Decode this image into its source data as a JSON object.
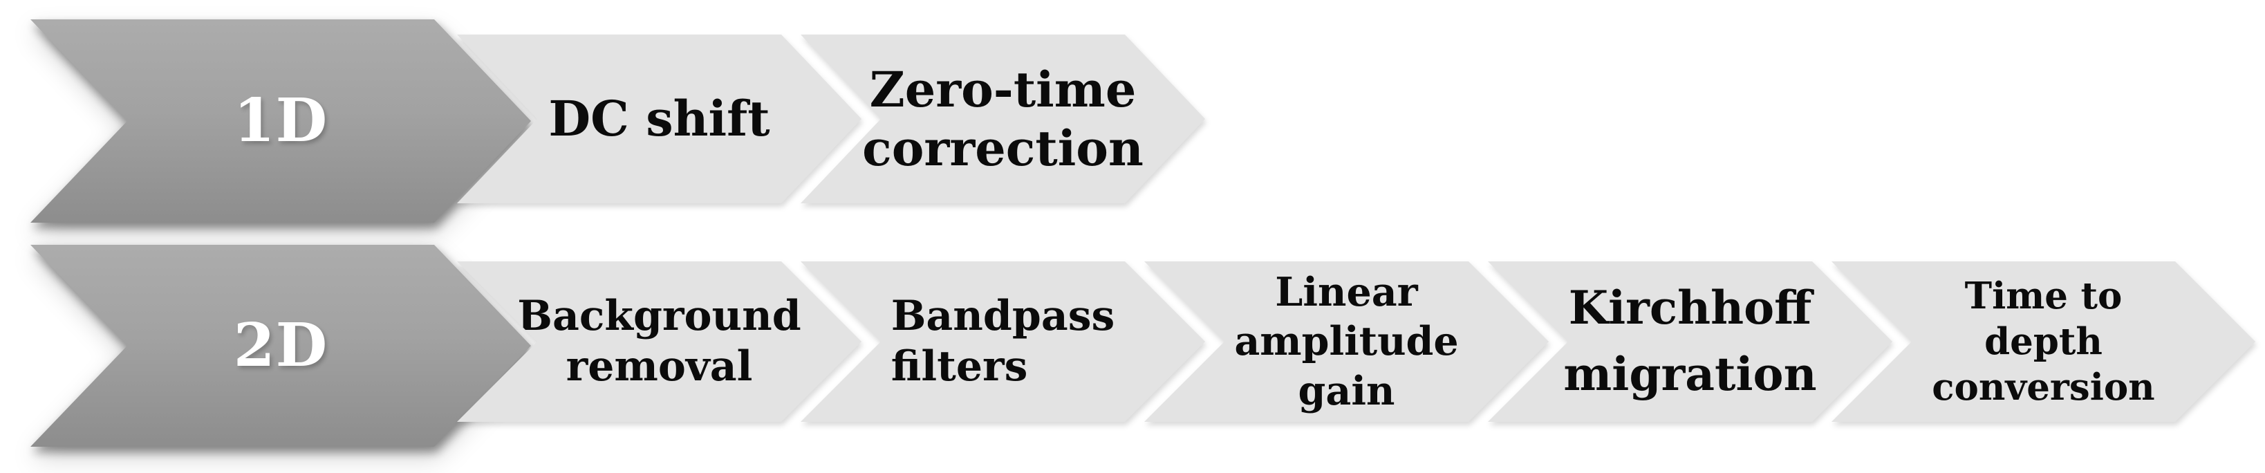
{
  "diagram": {
    "description": "Two-row chevron process flow of radar data processing steps",
    "colors": {
      "background": "#ffffff",
      "stage_arrow_top": "#acacac",
      "stage_arrow_bottom": "#8d8d8d",
      "step_chevron": "#e3e3e3",
      "stage_text": "#ffffff",
      "step_text": "#0b0b0b"
    },
    "rows": [
      {
        "stage": "1D",
        "steps": [
          {
            "lines": [
              "DC shift"
            ]
          },
          {
            "lines": [
              "Zero-time",
              "correction"
            ]
          }
        ]
      },
      {
        "stage": "2D",
        "steps": [
          {
            "lines": [
              "Background",
              "removal"
            ]
          },
          {
            "lines": [
              "Bandpass",
              "filters"
            ]
          },
          {
            "lines": [
              "Linear",
              "amplitude",
              "gain"
            ]
          },
          {
            "lines": [
              "Kirchhoff",
              "migration"
            ]
          },
          {
            "lines": [
              "Time to",
              "depth",
              "conversion"
            ]
          }
        ]
      }
    ]
  }
}
